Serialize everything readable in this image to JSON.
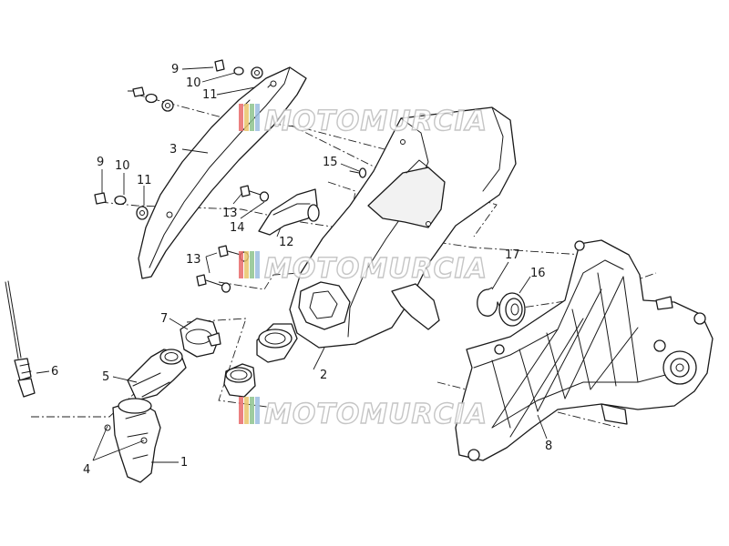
{
  "watermark": {
    "text": "MOTOMURCIA",
    "colors": [
      "#e86b6b",
      "#e9c56a",
      "#8fc48f",
      "#9bbde0"
    ]
  },
  "callouts": {
    "c1": "1",
    "c2": "2",
    "c3": "3",
    "c4": "4",
    "c5": "5",
    "c6": "6",
    "c7": "7",
    "c8": "8",
    "c9a": "9",
    "c9b": "9",
    "c10a": "10",
    "c10b": "10",
    "c11a": "11",
    "c11b": "11",
    "c12": "12",
    "c13a": "13",
    "c13b": "13",
    "c14": "14",
    "c15": "15",
    "c16": "16",
    "c17": "17"
  }
}
